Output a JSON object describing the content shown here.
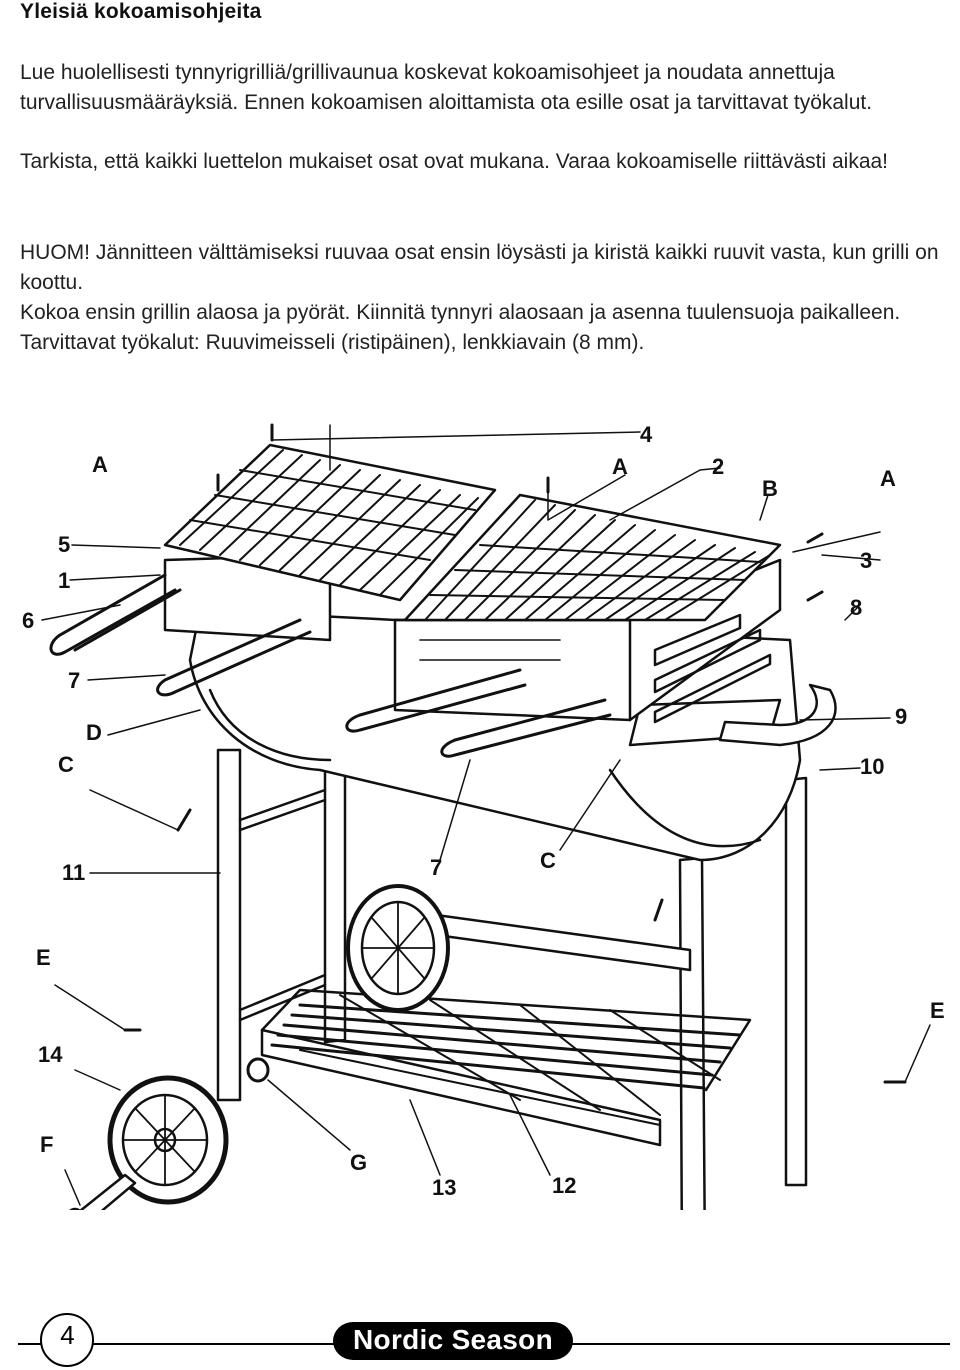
{
  "heading": "Yleisiä kokoamisohjeita",
  "paragraphs": {
    "p1": "Lue huolellisesti tynnyrigrilliä/grillivaunua koskevat kokoamisohjeet ja noudata annettuja turvallisuusmääräyksiä. Ennen kokoamisen aloittamista ota esille osat ja tarvittavat työkalut.",
    "p2": "Tarkista, että kaikki luettelon mukaiset osat ovat mukana. Varaa kokoamiselle riittävästi aikaa!",
    "p3": "HUOM! Jännitteen välttämiseksi ruuvaa osat ensin löysästi ja kiristä kaikki ruuvit vasta, kun grilli on koottu.",
    "p4": "Kokoa ensin grillin alaosa ja pyörät. Kiinnitä tynnyri alaosaan ja asenna tuulensuoja paikalleen. Tarvittavat työkalut: Ruuvimeisseli (ristipäinen), lenkkiavain (8 mm)."
  },
  "diagram_labels": {
    "a_left": "A",
    "a_mid": "A",
    "a_right": "A",
    "n4": "4",
    "n2": "2",
    "b": "B",
    "n3": "3",
    "n8": "8",
    "n5": "5",
    "n1": "1",
    "n6": "6",
    "n7_left": "7",
    "d": "D",
    "c_left": "C",
    "n9": "9",
    "n10": "10",
    "n7_mid": "7",
    "c_mid": "C",
    "n11": "11",
    "e_left": "E",
    "e_right": "E",
    "n14": "14",
    "f": "F",
    "g": "G",
    "n13": "13",
    "n12": "12"
  },
  "footer": {
    "page_number": "4",
    "brand": "Nordic Season"
  }
}
